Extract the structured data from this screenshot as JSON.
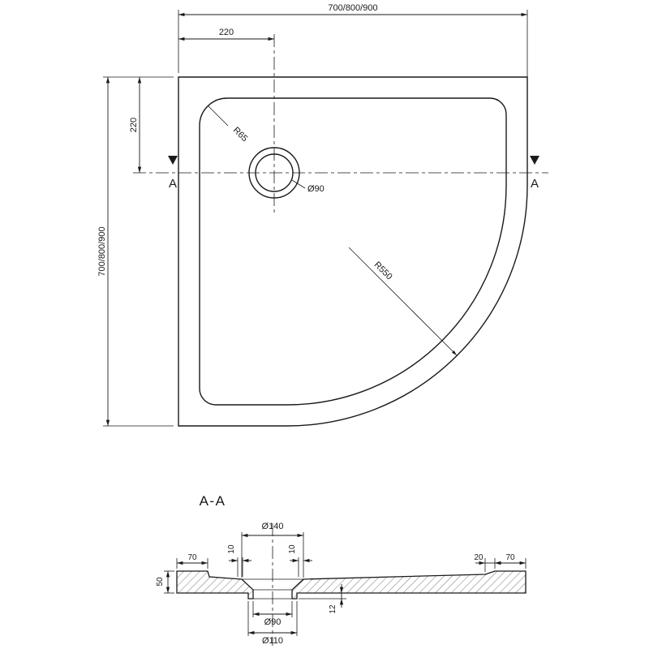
{
  "top_view": {
    "width_dim": "700/800/900",
    "height_dim": "700/800/900",
    "drain_offset_horizontal": "220",
    "drain_offset_vertical": "220",
    "drain_diameter_label": "Ø90",
    "inner_corner_radius_label": "R65",
    "front_edge_radius_label": "R550",
    "section_marker_left": "A",
    "section_marker_right": "A"
  },
  "section_view": {
    "title": "A-A",
    "recess_diameter": "Ø140",
    "left_rim_width": "70",
    "right_rim_width": "70",
    "right_slope_width": "20",
    "recess_offset_left": "10",
    "recess_offset_right": "10",
    "tray_height": "50",
    "drain_boss_depth": "12",
    "drain_hole_diameter": "Ø90",
    "drain_flange_diameter": "Ø110"
  },
  "colors": {
    "line": "#1a1a1a",
    "background": "#ffffff"
  }
}
